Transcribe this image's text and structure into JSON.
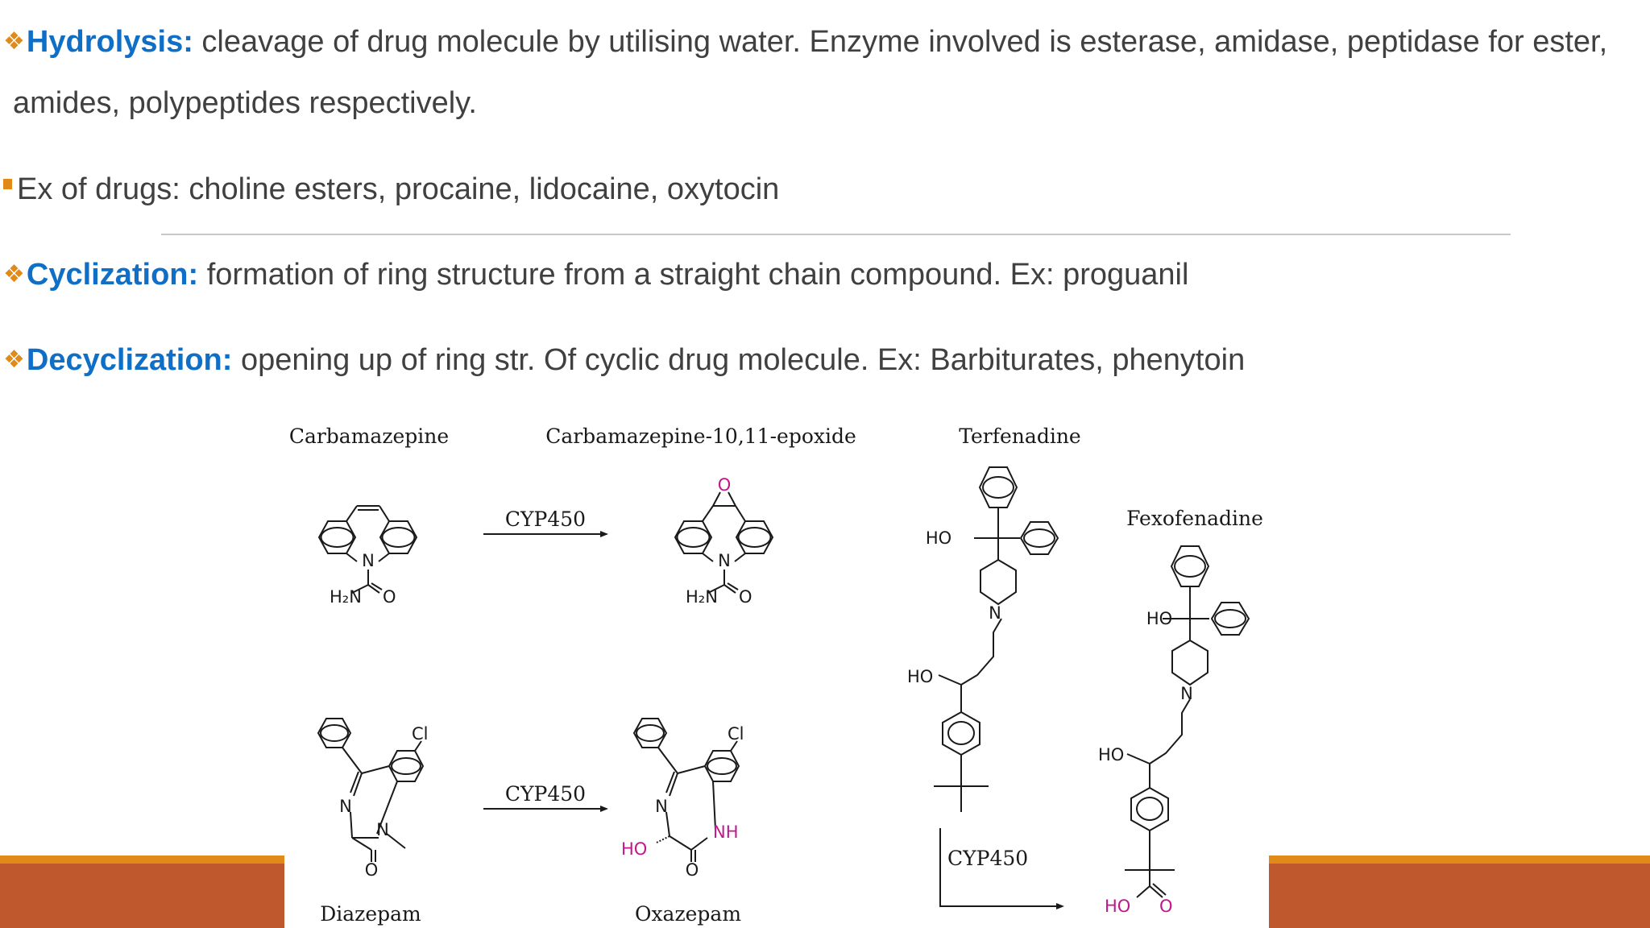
{
  "bullets": {
    "hydrolysis": {
      "term": "Hydrolysis:",
      "text1": " cleavage of drug molecule by utilising water. Enzyme involved is esterase, amidase, peptidase for ester,",
      "text2": "amides, polypeptides respectively."
    },
    "examples": {
      "text": "Ex of drugs: choline esters, procaine, lidocaine, oxytocin"
    },
    "cyclization": {
      "term": "Cyclization:",
      "text": " formation of ring structure from a straight chain compound. Ex: proguanil"
    },
    "decyclization": {
      "term": "Decyclization:",
      "text": " opening up of ring str. Of cyclic drug molecule. Ex: Barbiturates, phenytoin"
    }
  },
  "figure": {
    "labels": {
      "carbamazepine": "Carbamazepine",
      "epoxide": "Carbamazepine-10,11-epoxide",
      "terfenadine": "Terfenadine",
      "fexofenadine": "Fexofenadine",
      "diazepam": "Diazepam",
      "oxazepam": "Oxazepam",
      "enzyme1": "CYP450",
      "enzyme2": "CYP450",
      "enzyme3": "CYP450"
    },
    "atoms": {
      "n": "N",
      "o": "O",
      "h2n": "H₂N",
      "cl": "Cl",
      "ho": "HO",
      "nh": "NH"
    }
  },
  "colors": {
    "accent": "#e28a17",
    "term": "#0f6fc6",
    "bar": "#c0582d",
    "highlight_atom": "#c0188c"
  }
}
